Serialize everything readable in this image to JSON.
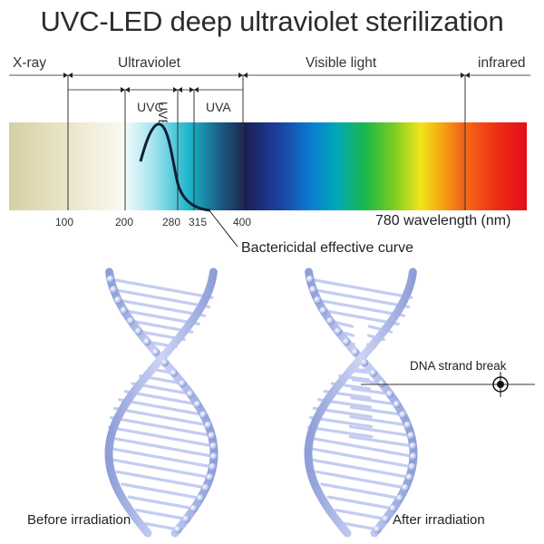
{
  "title": "UVC-LED deep ultraviolet sterilization",
  "regions": {
    "xray": "X-ray",
    "ultraviolet": "Ultraviolet",
    "visible": "Visible light",
    "infrared": "infrared"
  },
  "bands": {
    "uvc": "UVC",
    "uvb": "UVB",
    "uva": "UVA"
  },
  "ticks": {
    "t100": "100",
    "t200": "200",
    "t280": "280",
    "t315": "315",
    "t400": "400",
    "t780": "780 wavelength (nm)"
  },
  "curve_label": "Bactericidal effective curve",
  "dna": {
    "break_label": "DNA strand break",
    "before": "Before irradiation",
    "after": "After irradiation"
  },
  "colors": {
    "xray_fill": "#d8d2a8",
    "uv_fill": "#1fb4c8",
    "curve": "#0f1f3a",
    "dna_strand": "#a9b6e6",
    "dna_rung": "#c3cdf2"
  }
}
